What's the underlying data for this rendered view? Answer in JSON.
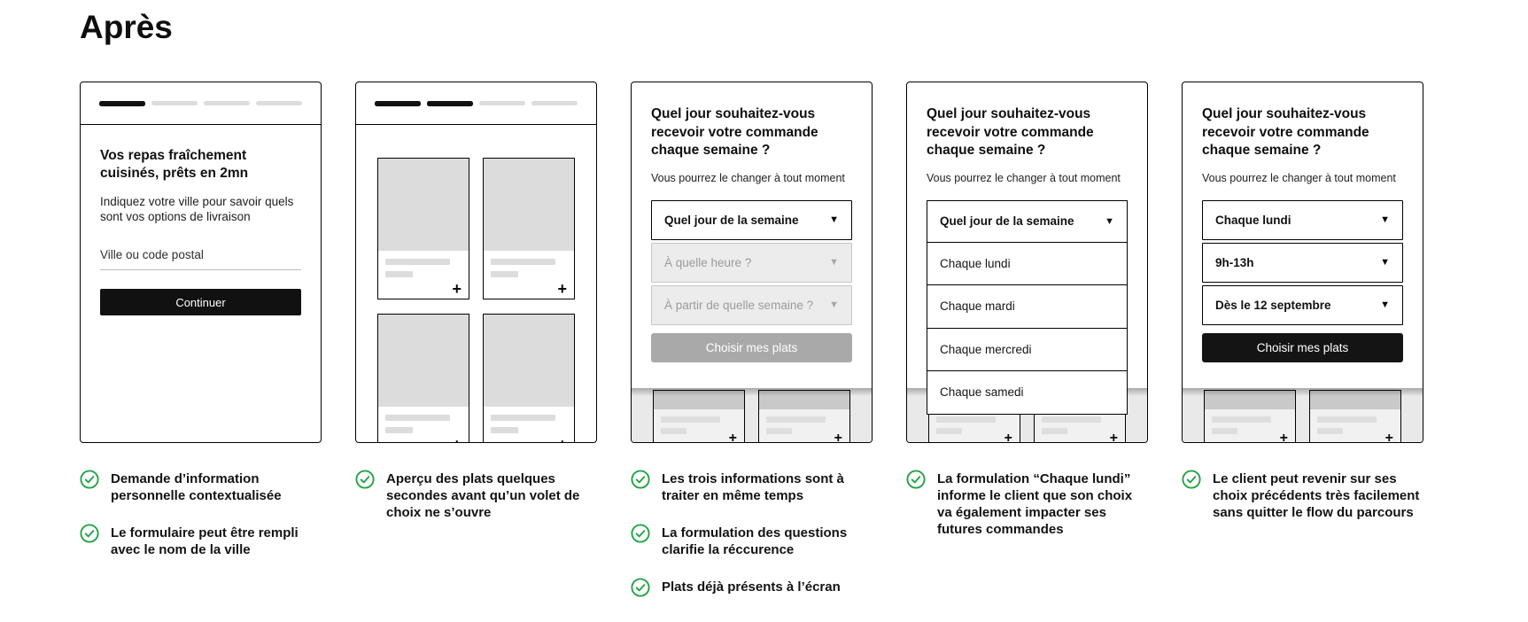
{
  "page": {
    "title": "Après"
  },
  "colors": {
    "accent_green": "#23a346",
    "ink": "#111111",
    "wireframe_gray": "#dcdcdc",
    "disabled_bg": "#ececec",
    "disabled_text": "#9b9b9b",
    "gray_button": "#a9a9a9",
    "strip_bg": "#e9e9e9"
  },
  "icons": {
    "dropdown_arrow": "▼",
    "add_plus": "+"
  },
  "panels": [
    {
      "progress": {
        "segments": 4,
        "filled": 1
      },
      "title": "Vos repas fraîchement cuisinés, prêts en 2mn",
      "subtitle": "Indiquez votre ville pour savoir quels sont vos options de livraison",
      "input_placeholder": "Ville ou code postal",
      "button_label": "Continuer",
      "annotations": [
        "Demande d’information personnelle contextualisée",
        "Le formulaire peut être rempli avec le nom de la ville"
      ]
    },
    {
      "progress": {
        "segments": 4,
        "filled": 2
      },
      "annotations": [
        "Aperçu des plats quelques secondes avant qu’un volet de choix ne s’ouvre"
      ]
    },
    {
      "heading": "Quel jour souhaitez-vous recevoir votre commande chaque semaine ?",
      "note": "Vous pourrez le changer à tout moment",
      "selects": [
        {
          "label": "Quel jour de la semaine",
          "state": "active"
        },
        {
          "label": "À quelle heure ?",
          "state": "disabled"
        },
        {
          "label": "À partir de quelle semaine ?",
          "state": "disabled"
        }
      ],
      "button_label": "Choisir mes plats",
      "annotations": [
        "Les trois informations sont à traiter en même temps",
        "La formulation des questions clarifie la réccurence",
        "Plats déjà présents à l’écran"
      ]
    },
    {
      "heading": "Quel jour souhaitez-vous recevoir votre commande chaque semaine ?",
      "note": "Vous pourrez le changer à tout moment",
      "dropdown": {
        "label": "Quel jour de la semaine",
        "options": [
          "Chaque lundi",
          "Chaque mardi",
          "Chaque mercredi",
          "Chaque samedi"
        ]
      },
      "annotations": [
        "La formulation “Chaque lundi” informe le client que son choix va également impacter ses futures commandes"
      ]
    },
    {
      "heading": "Quel jour souhaitez-vous recevoir votre commande chaque semaine ?",
      "note": "Vous pourrez le changer à tout moment",
      "selects": [
        {
          "label": "Chaque lundi",
          "state": "filled"
        },
        {
          "label": "9h-13h",
          "state": "filled"
        },
        {
          "label": "Dès le 12 septembre",
          "state": "filled"
        }
      ],
      "button_label": "Choisir mes plats",
      "annotations": [
        "Le client peut revenir sur ses choix précédents très facilement sans quitter le flow du parcours"
      ]
    }
  ]
}
